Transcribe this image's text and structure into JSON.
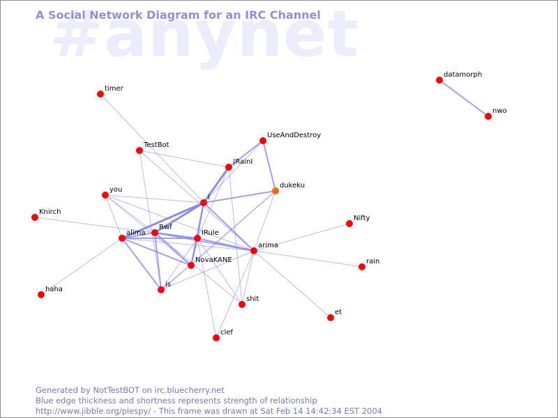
{
  "watermark": "#anynet",
  "title": "A Social Network Diagram for an IRC Channel",
  "footer": {
    "line1": "Generated by NotTestBOT on irc.bluecherry.net",
    "line2": "Blue edge thickness and shortness represents strength of relationship",
    "line3": "http://www.jibble.org/piespy/ - This frame was drawn at Sat Feb 14 14:42:34 EST 2004"
  },
  "colors": {
    "node": "#ff0000",
    "node_highlight": "#ff6600",
    "edge": "#8080ee",
    "title": "#9090d6",
    "watermark": "#ececfb",
    "footer": "#7777b4"
  },
  "nodes": [
    {
      "id": "timer",
      "label": "timer"
    },
    {
      "id": "TestBot",
      "label": "TestBot"
    },
    {
      "id": "UseAndDestroy",
      "label": "UseAndDestroy"
    },
    {
      "id": "IRainI",
      "label": "|RainI"
    },
    {
      "id": "dukeku",
      "label": "dukeku",
      "highlight": true
    },
    {
      "id": "i",
      "label": "i"
    },
    {
      "id": "you",
      "label": "you"
    },
    {
      "id": "Knirch",
      "label": "Knirch"
    },
    {
      "id": "alima",
      "label": "alima"
    },
    {
      "id": "Rwf",
      "label": "Rwf"
    },
    {
      "id": "IRule",
      "label": "IRule"
    },
    {
      "id": "arima",
      "label": "arima"
    },
    {
      "id": "NovaKANE",
      "label": "NovaKANE"
    },
    {
      "id": "is",
      "label": "is"
    },
    {
      "id": "haha",
      "label": "haha"
    },
    {
      "id": "shit",
      "label": "shit"
    },
    {
      "id": "clef",
      "label": "clef"
    },
    {
      "id": "Nifty",
      "label": "Nifty"
    },
    {
      "id": "rain",
      "label": "rain"
    },
    {
      "id": "et",
      "label": "et"
    },
    {
      "id": "datamorph",
      "label": "datamorph"
    },
    {
      "id": "nwo",
      "label": "nwo"
    }
  ],
  "edges": [
    {
      "from": "datamorph",
      "to": "nwo",
      "weight": 2
    },
    {
      "from": "timer",
      "to": "i",
      "weight": 1
    },
    {
      "from": "TestBot",
      "to": "IRainI",
      "weight": 1
    },
    {
      "from": "TestBot",
      "to": "is",
      "weight": 1
    },
    {
      "from": "UseAndDestroy",
      "to": "IRainI",
      "weight": 2
    },
    {
      "from": "UseAndDestroy",
      "to": "dukeku",
      "weight": 2
    },
    {
      "from": "UseAndDestroy",
      "to": "i",
      "weight": 1
    },
    {
      "from": "IRainI",
      "to": "i",
      "weight": 3
    },
    {
      "from": "IRainI",
      "to": "IRule",
      "weight": 1
    },
    {
      "from": "IRainI",
      "to": "shit",
      "weight": 1
    },
    {
      "from": "dukeku",
      "to": "i",
      "weight": 2
    },
    {
      "from": "dukeku",
      "to": "arima",
      "weight": 1
    },
    {
      "from": "dukeku",
      "to": "NovaKANE",
      "weight": 1
    },
    {
      "from": "dukeku",
      "to": "is",
      "weight": 1
    },
    {
      "from": "i",
      "to": "alima",
      "weight": 3
    },
    {
      "from": "i",
      "to": "Rwf",
      "weight": 3
    },
    {
      "from": "i",
      "to": "IRule",
      "weight": 2
    },
    {
      "from": "i",
      "to": "arima",
      "weight": 2
    },
    {
      "from": "i",
      "to": "NovaKANE",
      "weight": 2
    },
    {
      "from": "i",
      "to": "you",
      "weight": 1
    },
    {
      "from": "you",
      "to": "alima",
      "weight": 1
    },
    {
      "from": "you",
      "to": "Rwf",
      "weight": 1
    },
    {
      "from": "you",
      "to": "NovaKANE",
      "weight": 1
    },
    {
      "from": "you",
      "to": "arima",
      "weight": 1
    },
    {
      "from": "Knirch",
      "to": "IRule",
      "weight": 1
    },
    {
      "from": "alima",
      "to": "Rwf",
      "weight": 2
    },
    {
      "from": "alima",
      "to": "IRule",
      "weight": 2
    },
    {
      "from": "alima",
      "to": "is",
      "weight": 2
    },
    {
      "from": "alima",
      "to": "haha",
      "weight": 1
    },
    {
      "from": "alima",
      "to": "arima",
      "weight": 1
    },
    {
      "from": "alima",
      "to": "NovaKANE",
      "weight": 2
    },
    {
      "from": "Rwf",
      "to": "IRule",
      "weight": 2
    },
    {
      "from": "Rwf",
      "to": "NovaKANE",
      "weight": 2
    },
    {
      "from": "Rwf",
      "to": "is",
      "weight": 2
    },
    {
      "from": "Rwf",
      "to": "arima",
      "weight": 2
    },
    {
      "from": "Rwf",
      "to": "shit",
      "weight": 1
    },
    {
      "from": "IRule",
      "to": "NovaKANE",
      "weight": 2
    },
    {
      "from": "IRule",
      "to": "arima",
      "weight": 2
    },
    {
      "from": "IRule",
      "to": "is",
      "weight": 1
    },
    {
      "from": "IRule",
      "to": "shit",
      "weight": 1
    },
    {
      "from": "IRule",
      "to": "clef",
      "weight": 1
    },
    {
      "from": "TestBot",
      "to": "arima",
      "weight": 1
    },
    {
      "from": "arima",
      "to": "Nifty",
      "weight": 1
    },
    {
      "from": "arima",
      "to": "rain",
      "weight": 1
    },
    {
      "from": "arima",
      "to": "et",
      "weight": 1
    },
    {
      "from": "arima",
      "to": "shit",
      "weight": 1
    },
    {
      "from": "arima",
      "to": "clef",
      "weight": 1
    },
    {
      "from": "arima",
      "to": "is",
      "weight": 1
    },
    {
      "from": "NovaKANE",
      "to": "is",
      "weight": 1
    }
  ]
}
